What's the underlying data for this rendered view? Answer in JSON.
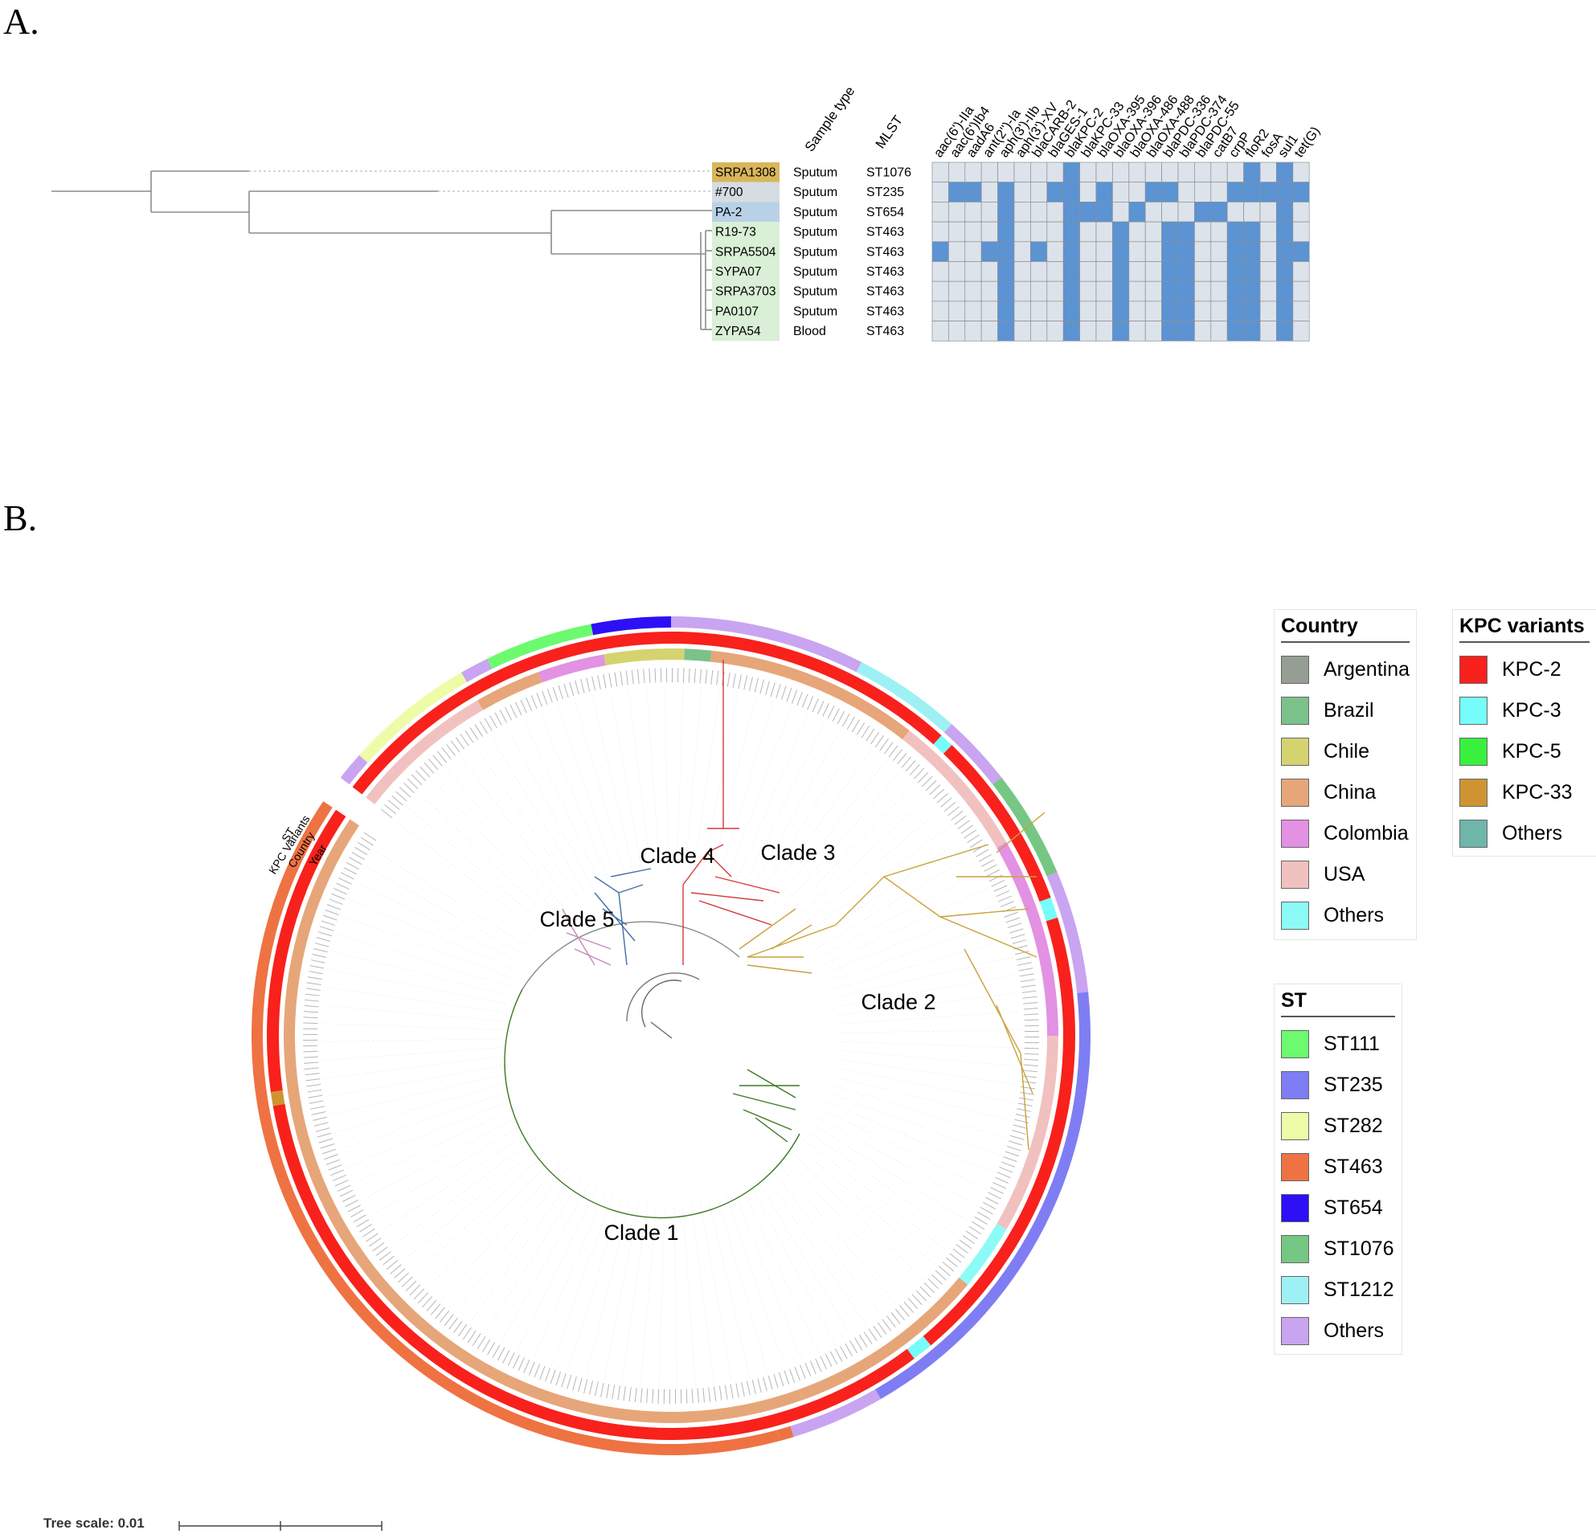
{
  "panels": {
    "a": "A.",
    "b": "B."
  },
  "panel_a": {
    "headers": {
      "sample_type": "Sample type",
      "mlst": "MLST"
    },
    "genes": [
      "aac(6')-IIa",
      "aac(6')Ib4",
      "aadA6",
      "ant(2'')-Ia",
      "aph(3')-IIb",
      "aph(3')-XV",
      "blaCARB-2",
      "blaGES-1",
      "blaKPC-2",
      "blaKPC-33",
      "blaOXA-395",
      "blaOXA-396",
      "blaOXA-486",
      "blaOXA-488",
      "blaPDC-336",
      "blaPDC-374",
      "blaPDC-55",
      "catB7",
      "crpP",
      "floR2",
      "fosA",
      "sul1",
      "tet(G)"
    ],
    "isolates": [
      {
        "name": "SRPA1308",
        "sample": "Sputum",
        "st": "ST1076",
        "highlight": "#d9b65c",
        "genes": "00000000100000000001010"
      },
      {
        "name": "#700",
        "sample": "Sputum",
        "st": "ST235",
        "highlight": "#d5dde3",
        "genes": "01101001101001100011111"
      },
      {
        "name": "PA-2",
        "sample": "Sputum",
        "st": "ST654",
        "highlight": "#b9d1e7",
        "genes": "00001000111010001100010"
      },
      {
        "name": "R19-73",
        "sample": "Sputum",
        "st": "ST463",
        "highlight": "#d9efd6",
        "genes": "00001000100100110011010"
      },
      {
        "name": "SRPA5504",
        "sample": "Sputum",
        "st": "ST463",
        "highlight": "#d9efd6",
        "genes": "10011010100100110011011"
      },
      {
        "name": "SYPA07",
        "sample": "Sputum",
        "st": "ST463",
        "highlight": "#d9efd6",
        "genes": "00001000100100110011010"
      },
      {
        "name": "SRPA3703",
        "sample": "Sputum",
        "st": "ST463",
        "highlight": "#d9efd6",
        "genes": "00001000100100110011010"
      },
      {
        "name": "PA0107",
        "sample": "Sputum",
        "st": "ST463",
        "highlight": "#d9efd6",
        "genes": "00001000100100110011010"
      },
      {
        "name": "ZYPA54",
        "sample": "Blood",
        "st": "ST463",
        "highlight": "#d9efd6",
        "genes": "00001000100100110011010"
      }
    ],
    "colors": {
      "present": "#5b93d3",
      "absent": "#dde3ea"
    }
  },
  "panel_b": {
    "clades": [
      "Clade 1",
      "Clade 2",
      "Clade 3",
      "Clade 4",
      "Clade 5"
    ],
    "ring_labels": [
      "ST",
      "KPC Variants",
      "Country",
      "Year"
    ],
    "scale_label": "Tree scale: 0.01",
    "legends": {
      "country": {
        "title": "Country",
        "items": [
          {
            "label": "Argentina",
            "color": "#969e94"
          },
          {
            "label": "Brazil",
            "color": "#7bc18a"
          },
          {
            "label": "Chile",
            "color": "#d4d36f"
          },
          {
            "label": "China",
            "color": "#e6a679"
          },
          {
            "label": "Colombia",
            "color": "#e291e3"
          },
          {
            "label": "USA",
            "color": "#f1c1c0"
          },
          {
            "label": "Others",
            "color": "#8dfbf5"
          }
        ]
      },
      "kpc": {
        "title": "KPC variants",
        "items": [
          {
            "label": "KPC-2",
            "color": "#f8211c"
          },
          {
            "label": "KPC-3",
            "color": "#77fcfc"
          },
          {
            "label": "KPC-5",
            "color": "#39f03f"
          },
          {
            "label": "KPC-33",
            "color": "#cf9432"
          },
          {
            "label": "Others",
            "color": "#6eb5aa"
          }
        ]
      },
      "st": {
        "title": "ST",
        "items": [
          {
            "label": "ST111",
            "color": "#6cfa6e"
          },
          {
            "label": "ST235",
            "color": "#7f7df3"
          },
          {
            "label": "ST282",
            "color": "#eefca8"
          },
          {
            "label": "ST463",
            "color": "#ef7243"
          },
          {
            "label": "ST654",
            "color": "#2d10f5"
          },
          {
            "label": "ST1076",
            "color": "#75c783"
          },
          {
            "label": "ST1212",
            "color": "#9df1f4"
          },
          {
            "label": "Others",
            "color": "#c9a4f0"
          }
        ]
      }
    }
  }
}
